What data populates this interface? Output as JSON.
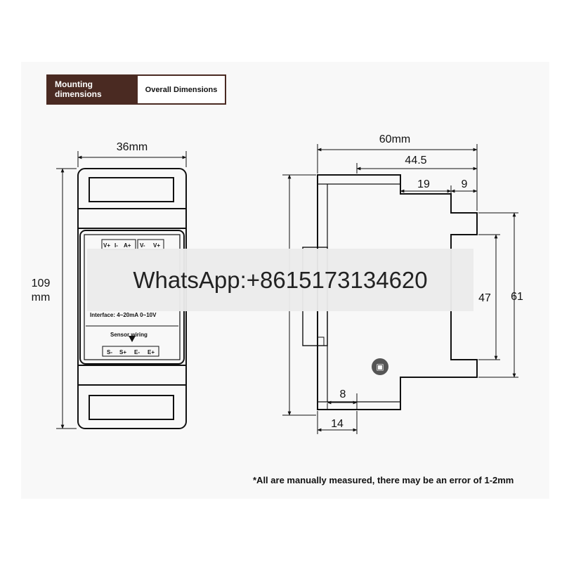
{
  "tabs": {
    "mounting": "Mounting dimensions",
    "overall": "Overall Dimensions"
  },
  "front": {
    "width_label": "36mm",
    "height_value": "109",
    "height_unit": "mm",
    "top_terminals": [
      "V+",
      "I-",
      "A+",
      "V-",
      "V+"
    ],
    "interface_text": "Interface: 4~20mA 0~10V",
    "sensor_wiring": "Sensor wiring",
    "bottom_terminals": [
      "S-",
      "S+",
      "E-",
      "E+"
    ]
  },
  "side": {
    "width_total": "60mm",
    "width_inner": "44.5",
    "dim_19": "19",
    "dim_9": "9",
    "dim_47": "47",
    "dim_61": "61",
    "dim_8": "8",
    "dim_14": "14"
  },
  "watermark": "WhatsApp:+8615173134620",
  "note": "*All are manually measured, there may be an error of 1-2mm"
}
